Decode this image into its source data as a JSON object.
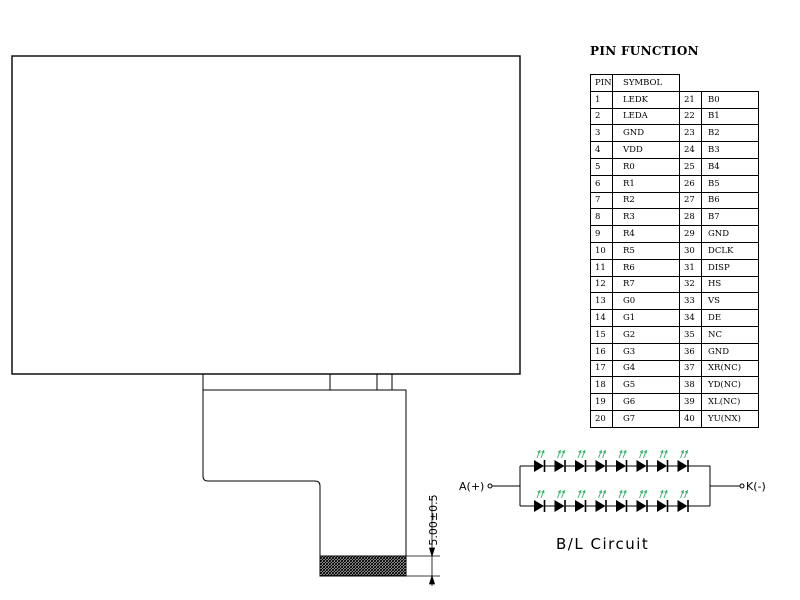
{
  "pin_function": {
    "title": "PIN FUNCTION",
    "header": {
      "pin": "PIN",
      "symbol": "SYMBOL"
    },
    "rows": [
      {
        "pin": "1",
        "symbol": "LEDK",
        "pin2": "21",
        "symbol2": "B0"
      },
      {
        "pin": "2",
        "symbol": "LEDA",
        "pin2": "22",
        "symbol2": "B1"
      },
      {
        "pin": "3",
        "symbol": "GND",
        "pin2": "23",
        "symbol2": "B2"
      },
      {
        "pin": "4",
        "symbol": "VDD",
        "pin2": "24",
        "symbol2": "B3"
      },
      {
        "pin": "5",
        "symbol": "R0",
        "pin2": "25",
        "symbol2": "B4"
      },
      {
        "pin": "6",
        "symbol": "R1",
        "pin2": "26",
        "symbol2": "B5"
      },
      {
        "pin": "7",
        "symbol": "R2",
        "pin2": "27",
        "symbol2": "B6"
      },
      {
        "pin": "8",
        "symbol": "R3",
        "pin2": "28",
        "symbol2": "B7"
      },
      {
        "pin": "9",
        "symbol": "R4",
        "pin2": "29",
        "symbol2": "GND"
      },
      {
        "pin": "10",
        "symbol": "R5",
        "pin2": "30",
        "symbol2": "DCLK"
      },
      {
        "pin": "11",
        "symbol": "R6",
        "pin2": "31",
        "symbol2": "DISP"
      },
      {
        "pin": "12",
        "symbol": "R7",
        "pin2": "32",
        "symbol2": "HS"
      },
      {
        "pin": "13",
        "symbol": "G0",
        "pin2": "33",
        "symbol2": "VS"
      },
      {
        "pin": "14",
        "symbol": "G1",
        "pin2": "34",
        "symbol2": "DE"
      },
      {
        "pin": "15",
        "symbol": "G2",
        "pin2": "35",
        "symbol2": "NC"
      },
      {
        "pin": "16",
        "symbol": "G3",
        "pin2": "36",
        "symbol2": "GND"
      },
      {
        "pin": "17",
        "symbol": "G4",
        "pin2": "37",
        "symbol2": "XR(NC)"
      },
      {
        "pin": "18",
        "symbol": "G5",
        "pin2": "38",
        "symbol2": "YD(NC)"
      },
      {
        "pin": "19",
        "symbol": "G6",
        "pin2": "39",
        "symbol2": "XL(NC)"
      },
      {
        "pin": "20",
        "symbol": "G7",
        "pin2": "40",
        "symbol2": "YU(NX)"
      }
    ]
  },
  "circuit": {
    "anode_label": "A(+)",
    "cathode_label": "K(-)",
    "title": "B/L Circuit",
    "leds_per_string": 8,
    "strings": 2,
    "led_arrow_color": "#3cb371"
  },
  "dimension": {
    "tail_height_label": "5.00±0.5"
  }
}
